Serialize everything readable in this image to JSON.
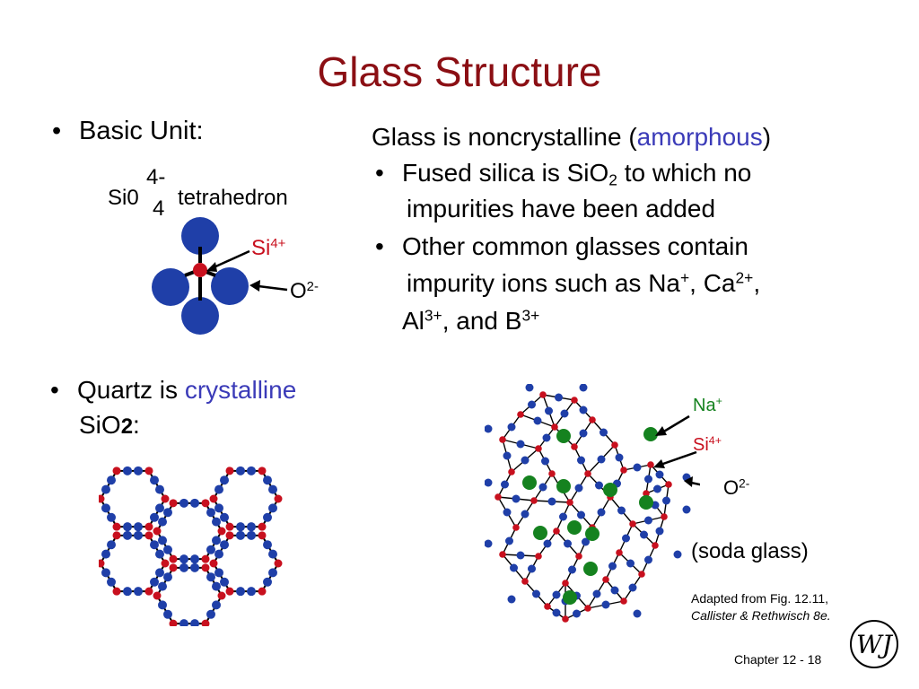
{
  "title": "Glass Structure",
  "basic_unit": {
    "bullet_label": "Basic Unit:",
    "formula_prefix": "Si0",
    "formula_superscript": "4-",
    "formula_subscript": "4",
    "formula_suffix": "tetrahedron",
    "si_label": "Si",
    "si_charge": "4+",
    "o_label": "O",
    "o_charge": "2-"
  },
  "right_text": {
    "line1_prefix": "Glass is noncrystalline (",
    "line1_highlight": "amorphous",
    "line1_suffix": ")",
    "bullet1_a": "Fused silica is SiO",
    "bullet1_sub": "2",
    "bullet1_b": " to which no",
    "bullet1_line2": "impurities have been added",
    "bullet2_line1": "Other common glasses contain",
    "bullet2_a": "impurity ions such as Na",
    "bullet2_na_charge": "+",
    "bullet2_b": ", Ca",
    "bullet2_ca_charge": "2+",
    "bullet2_c": ",",
    "bullet2_al": "Al",
    "bullet2_al_charge": "3+",
    "bullet2_d": ", and B",
    "bullet2_b_charge": "3+"
  },
  "quartz": {
    "prefix": "Quartz is ",
    "highlight": "crystalline",
    "line2_a": "SiO",
    "line2_sub": "2",
    "line2_b": ":"
  },
  "soda_glass": {
    "na_label": "Na",
    "na_charge": "+",
    "si_label": "Si",
    "si_charge": "4+",
    "o_label": "O",
    "o_charge": "2-",
    "caption": "(soda glass)"
  },
  "source": {
    "line1": "Adapted from Fig. 12.11,",
    "line2": "Callister & Rethwisch 8e."
  },
  "footer": {
    "chapter": "Chapter 12 - 18",
    "logo_letters": "WJ"
  },
  "colors": {
    "title": "#8b0f14",
    "highlight": "#3b3bb8",
    "oxygen": "#1f3fa8",
    "silicon": "#c8101e",
    "sodium": "#15821f"
  }
}
